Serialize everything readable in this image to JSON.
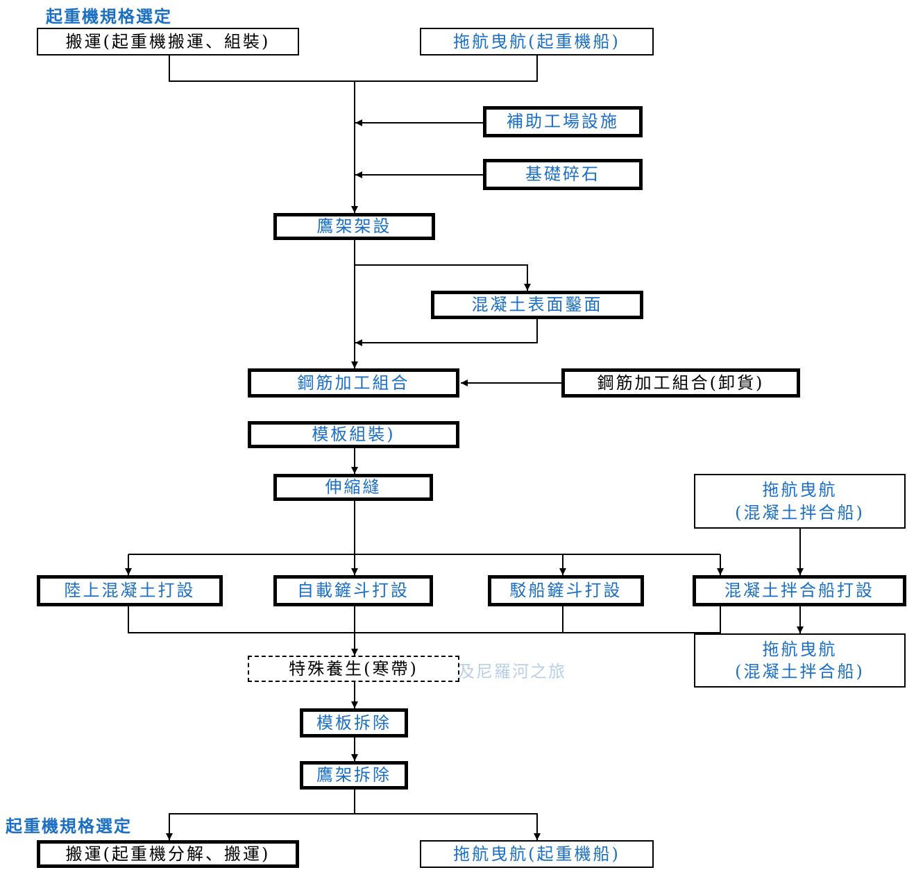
{
  "labels": {
    "top_label": "起重機規格選定",
    "bottom_label": "起重機規格選定",
    "watermark": "及尼羅河之旅"
  },
  "boxes": {
    "transport_assembly": "搬運(起重機搬運、組裝)",
    "tow_crane_top": "拖航曳航(起重機船)",
    "aux_facility": "補助工場設施",
    "foundation_stone": "基礎碎石",
    "scaffold_setup": "鷹架架設",
    "concrete_chiseling": "混凝土表面鑿面",
    "rebar_assembly": "鋼筋加工組合",
    "rebar_unloading": "鋼筋加工組合(卸貨)",
    "formwork_assembly": "模板組裝)",
    "expansion_joint": "伸縮縫",
    "tow_mixer_top_line1": "拖航曳航",
    "tow_mixer_top_line2": "(混凝土拌合船)",
    "land_concrete": "陸上混凝土打設",
    "self_bucket": "自載鏟斗打設",
    "barge_bucket": "駁船鏟斗打設",
    "mixer_ship_pour": "混凝土拌合船打設",
    "special_curing": "特殊養生(寒帶)",
    "tow_mixer_bottom_line1": "拖航曳航",
    "tow_mixer_bottom_line2": "(混凝土拌合船)",
    "formwork_removal": "模板拆除",
    "scaffold_removal": "鷹架拆除",
    "transport_disassembly": "搬運(起重機分解、搬運)",
    "tow_crane_bottom": "拖航曳航(起重機船)"
  },
  "colors": {
    "label_blue": "#1a6fc4",
    "line": "#000000"
  }
}
